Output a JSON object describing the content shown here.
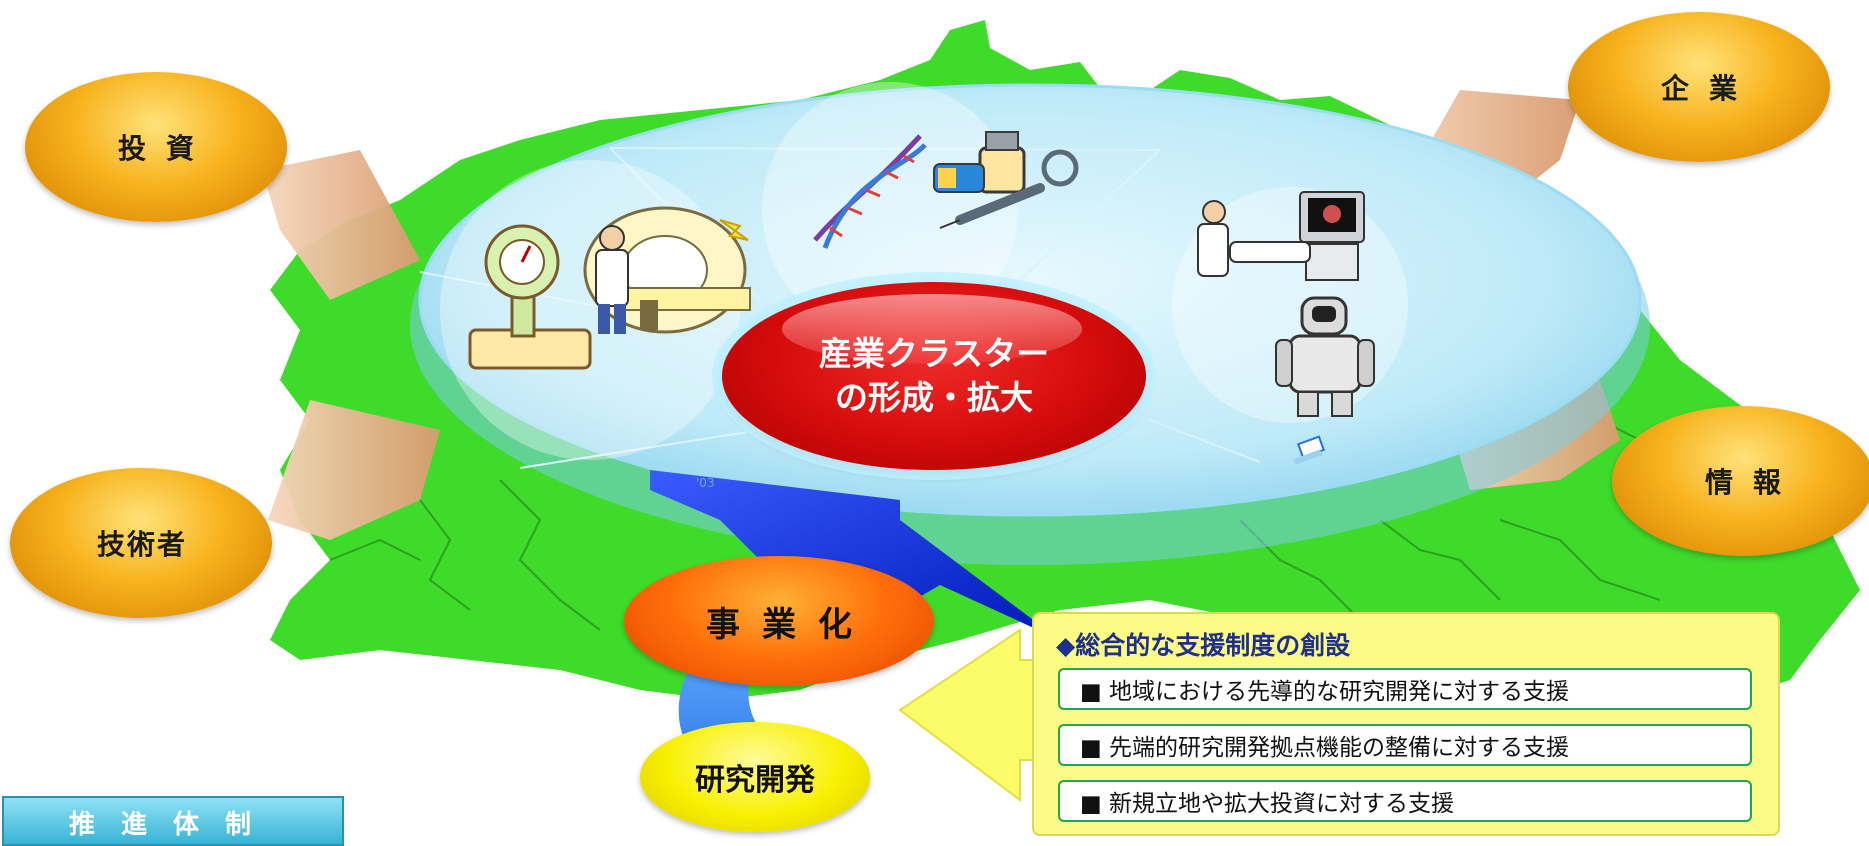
{
  "center_label": [
    "産業クラスター",
    "の形成・拡大"
  ],
  "inputs": {
    "investment": "投資",
    "engineers": "技術者",
    "companies": "企業",
    "information": "情報"
  },
  "stages": {
    "commercialization": "事業化",
    "rnd": "研究開発"
  },
  "support_box": {
    "title": "◆総合的な支援制度の創設",
    "items": [
      "■ 地域における先導的な研究開発に対する支援",
      "■ 先端的研究開発拠点機能の整備に対する支援",
      "■ 新規立地や拡大投資に対する支援"
    ]
  },
  "bottom_tab": "推進体制",
  "small_label": "'03",
  "icons": [
    "scale-icon",
    "mri-scanner-icon",
    "dna-icon",
    "medicine-bottle-icon",
    "syringe-icon",
    "ultrasound-exam-icon",
    "robot-icon",
    "laptop-icon"
  ],
  "colors": {
    "map": "#3fdb2a",
    "cluster_disc": "#c8eefa",
    "center": "#d40b0b",
    "gold": "#f7b21c",
    "commercialization": "#ff6d0a",
    "rnd": "#f8f000",
    "support_bg": "#fbfb86",
    "support_border": "#1fa84a",
    "arrow_blue": "#1530e0",
    "arrow_yellow": "#fbfb6a"
  }
}
